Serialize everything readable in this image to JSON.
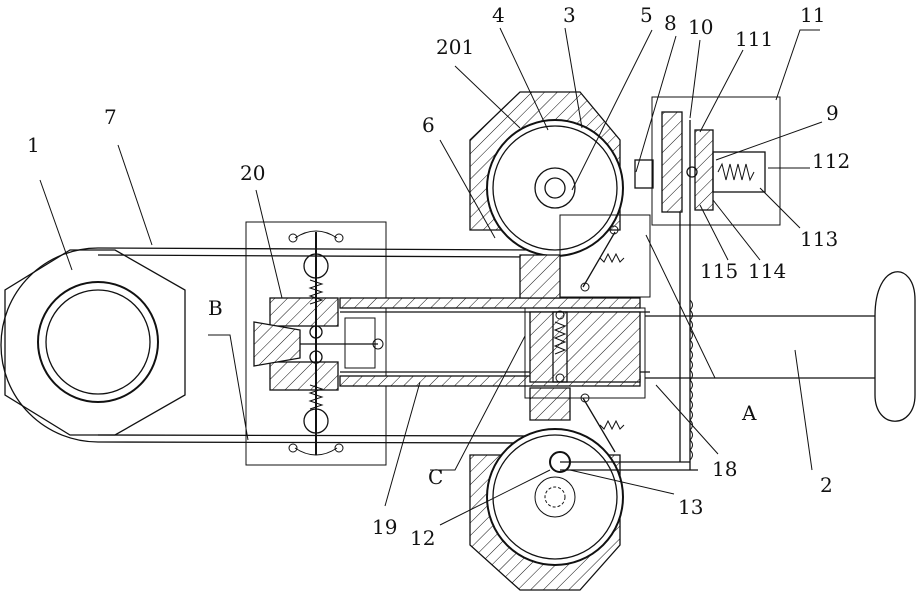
{
  "labels": {
    "l1": "1",
    "l7": "7",
    "l20": "20",
    "lB": "B",
    "l201": "201",
    "l4": "4",
    "l3": "3",
    "l5": "5",
    "l8": "8",
    "l10": "10",
    "l111": "111",
    "l11": "11",
    "l9": "9",
    "l6": "6",
    "l112": "112",
    "l113": "113",
    "l115": "115",
    "l114": "114",
    "lA": "A",
    "l2": "2",
    "l18": "18",
    "lC": "C",
    "l19": "19",
    "l12": "12",
    "l13": "13"
  }
}
